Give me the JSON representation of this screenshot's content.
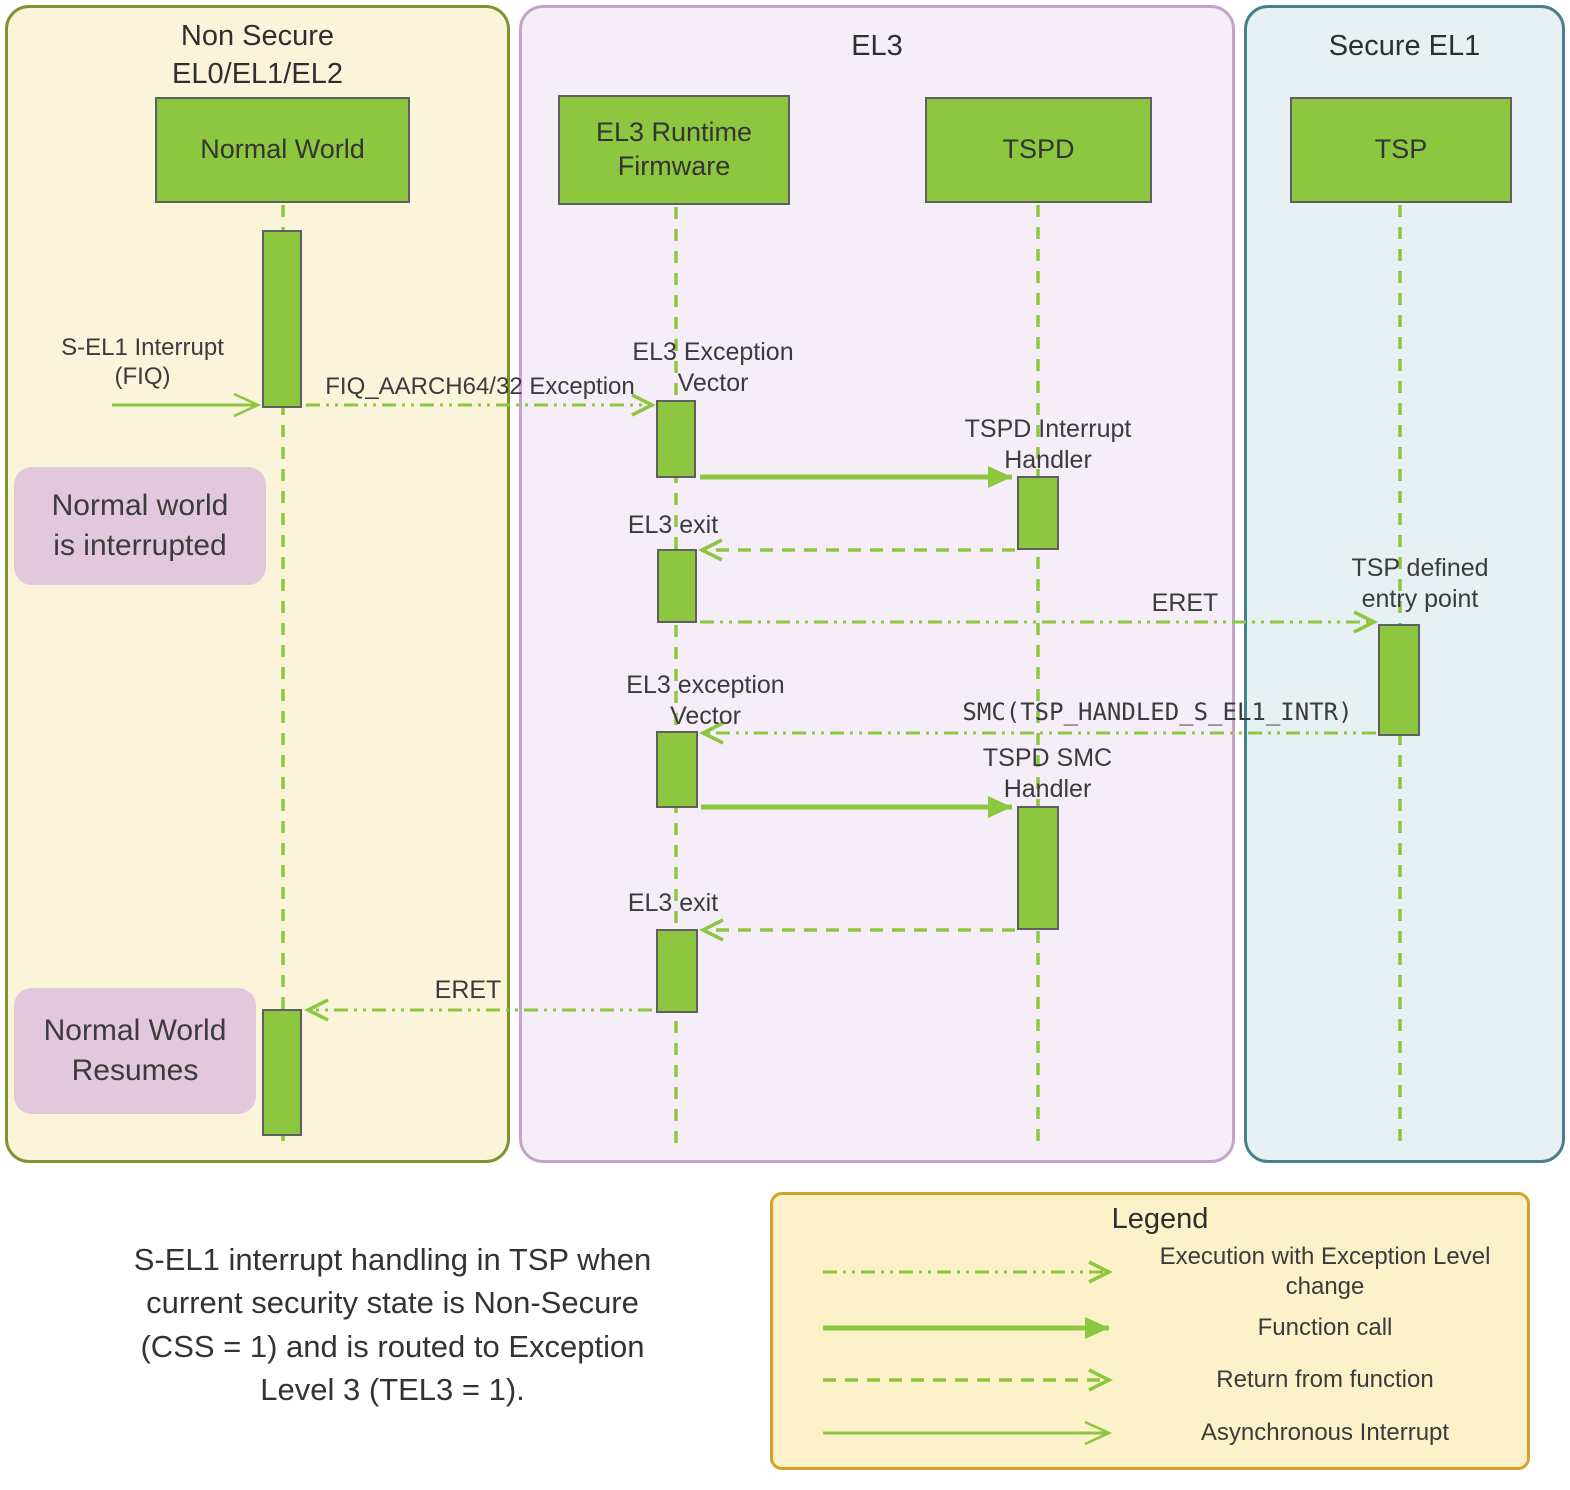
{
  "colors": {
    "accent_green": "#8dc63f",
    "box_border": "#5f5f5f",
    "lane_non_secure_bg": "#faf5da",
    "lane_non_secure_border": "#7f9430",
    "lane_el3_bg": "#f5edf7",
    "lane_el3_border": "#c5a3cb",
    "lane_secure_el1_bg": "#e7f0f3",
    "lane_secure_el1_border": "#49808e",
    "note_bg": "#e2c7dd",
    "legend_bg": "#fcf1c9",
    "legend_border": "#d6a126"
  },
  "lanes": {
    "non_secure": "Non Secure\nEL0/EL1/EL2",
    "el3": "EL3",
    "secure_el1": "Secure EL1"
  },
  "actors": {
    "normal_world": "Normal World",
    "el3_runtime_firmware": "EL3 Runtime\nFirmware",
    "tspd": "TSPD",
    "tsp": "TSP"
  },
  "labels": {
    "s_el1_interrupt": "S-EL1 Interrupt\n(FIQ)",
    "fiq_exception": "FIQ_AARCH64/32 Exception",
    "el3_exception_vector_1": "EL3 Exception\nVector",
    "tspd_interrupt_handler": "TSPD Interrupt\nHandler",
    "el3_exit_1": "EL3 exit",
    "eret_1": "ERET",
    "tsp_defined_entry_point": "TSP defined\nentry point",
    "el3_exception_vector_2": "EL3 exception\nVector",
    "smc_call": "SMC(TSP_HANDLED_S_EL1_INTR)",
    "tspd_smc_handler": "TSPD SMC\nHandler",
    "el3_exit_2": "EL3 exit",
    "eret_2": "ERET"
  },
  "notes": {
    "interrupted": "Normal world\nis interrupted",
    "resumes": "Normal World\nResumes"
  },
  "caption": "S-EL1 interrupt handling in TSP when\ncurrent security state is Non-Secure\n(CSS = 1) and is routed to Exception\nLevel 3 (TEL3 = 1).",
  "legend": {
    "title": "Legend",
    "items": [
      {
        "label": "Execution with Exception Level\nchange"
      },
      {
        "label": "Function call"
      },
      {
        "label": "Return from function"
      },
      {
        "label": "Asynchronous Interrupt"
      }
    ]
  }
}
